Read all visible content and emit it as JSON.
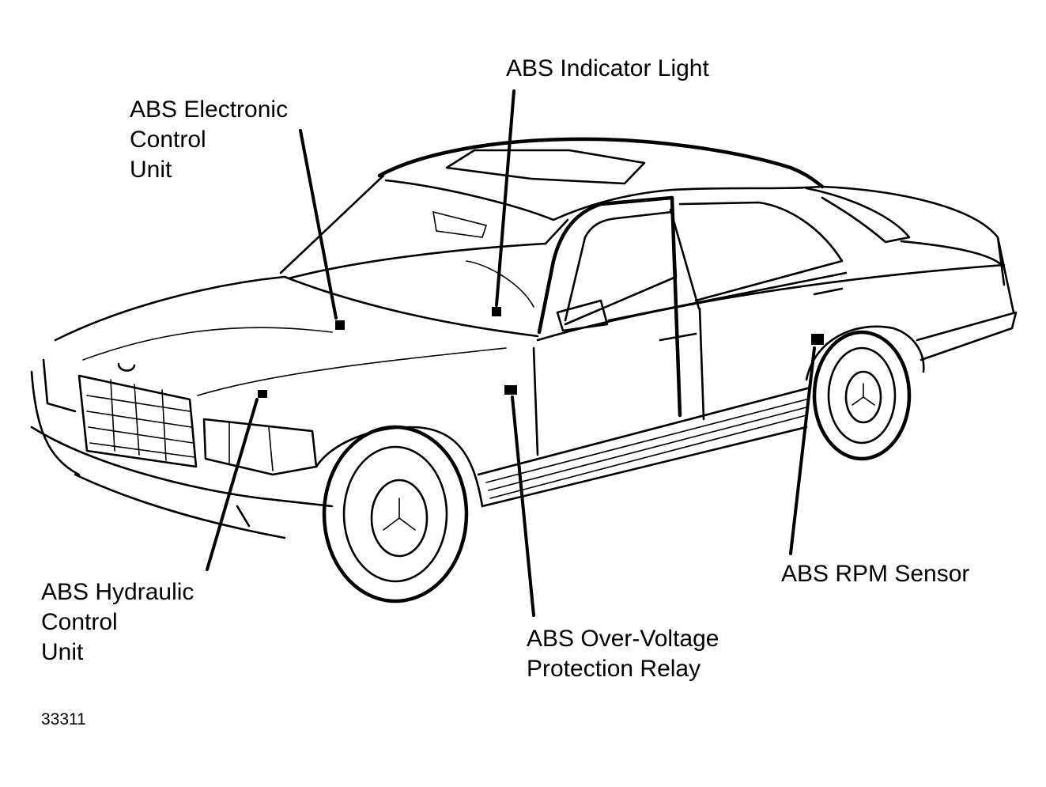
{
  "figure": {
    "id": "33311",
    "labels": {
      "ecu": [
        "ABS Electronic",
        "Control",
        "Unit"
      ],
      "indicator": [
        "ABS Indicator Light"
      ],
      "hydraulic": [
        "ABS Hydraulic",
        "Control",
        "Unit"
      ],
      "relay": [
        "ABS Over-Voltage",
        "Protection Relay"
      ],
      "rpm": [
        "ABS RPM Sensor"
      ]
    }
  },
  "colors": {
    "ink": "#000000",
    "paper": "#ffffff"
  }
}
